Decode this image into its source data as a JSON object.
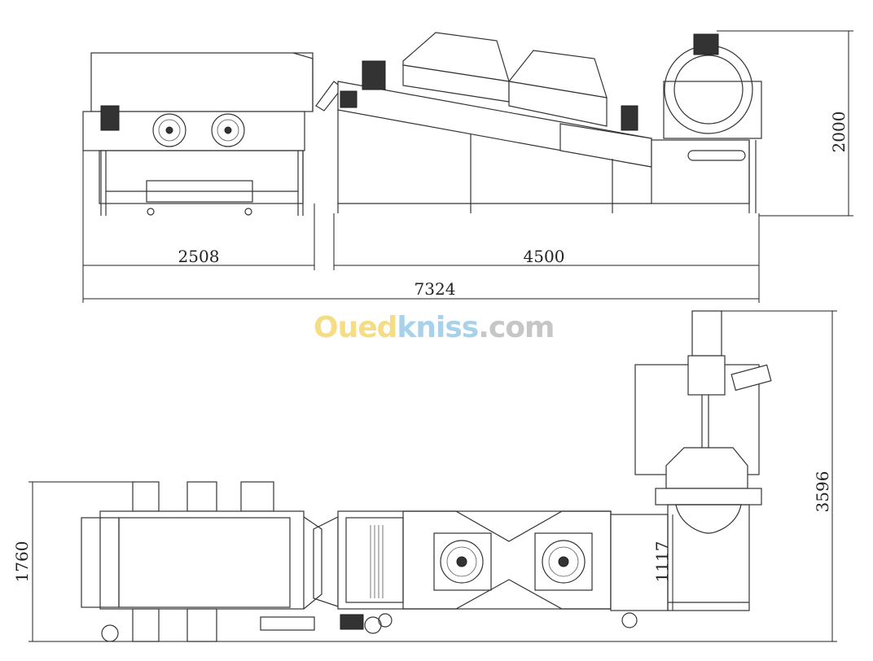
{
  "drawing": {
    "side_view": {
      "dimensions": {
        "left_section": "2508",
        "right_section": "4500",
        "total_length": "7324",
        "height": "2000"
      }
    },
    "top_view": {
      "dimensions": {
        "depth": "3596",
        "width_left": "1760",
        "width_middle": "1117"
      }
    }
  },
  "watermark": {
    "part1": "Oued",
    "part2": "kniss",
    "part3": ".com",
    "colors": {
      "part1": "#f5dd85",
      "part2": "#a8d2ec",
      "part3": "#c6c6c6"
    }
  }
}
